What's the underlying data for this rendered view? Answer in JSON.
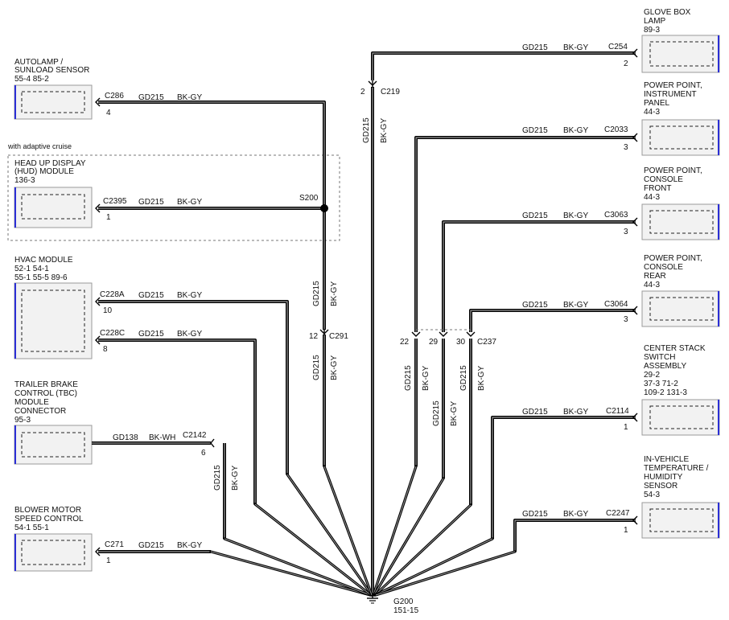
{
  "diagram": {
    "components": {
      "autolamp": {
        "title": [
          "AUTOLAMP /",
          "SUNLOAD SENSOR"
        ],
        "refs": [
          "55-4  85-2"
        ]
      },
      "hud": {
        "title": [
          "HEAD UP DISPLAY",
          "(HUD) MODULE"
        ],
        "refs": [
          "136-3"
        ],
        "note": "with adaptive cruise"
      },
      "hvac": {
        "title": [
          "HVAC MODULE"
        ],
        "refs": [
          "52-1        54-1",
          "55-1        55-5    89-6"
        ]
      },
      "tbc": {
        "title": [
          "TRAILER BRAKE",
          "CONTROL (TBC)",
          "MODULE",
          "CONNECTOR"
        ],
        "refs": [
          "95-3"
        ]
      },
      "blower": {
        "title": [
          "BLOWER MOTOR",
          "SPEED CONTROL"
        ],
        "refs": [
          "54-1    55-1"
        ]
      },
      "glovebox": {
        "title": [
          "GLOVE BOX",
          "LAMP"
        ],
        "refs": [
          "89-3"
        ]
      },
      "pp_ip": {
        "title": [
          "POWER POINT,",
          "INSTRUMENT",
          "PANEL"
        ],
        "refs": [
          "44-3"
        ]
      },
      "pp_cf": {
        "title": [
          "POWER POINT,",
          "CONSOLE",
          "FRONT"
        ],
        "refs": [
          "44-3"
        ]
      },
      "pp_cr": {
        "title": [
          "POWER POINT,",
          "CONSOLE",
          "REAR"
        ],
        "refs": [
          "44-3"
        ]
      },
      "csa": {
        "title": [
          "CENTER STACK",
          "SWITCH",
          "ASSEMBLY"
        ],
        "refs": [
          "29-2",
          "37-3        71-2",
          "109-2      131-3"
        ]
      },
      "ivt": {
        "title": [
          "IN-VEHICLE",
          "TEMPERATURE /",
          "HUMIDITY",
          "SENSOR"
        ],
        "refs": [
          "54-3"
        ]
      }
    },
    "connectors": {
      "c286": {
        "id": "C286",
        "pin": "4"
      },
      "c2395": {
        "id": "C2395",
        "pin": "1"
      },
      "c228a": {
        "id": "C228A",
        "pin": "10"
      },
      "c228c": {
        "id": "C228C",
        "pin": "8"
      },
      "c2142": {
        "id": "C2142",
        "pin": "6"
      },
      "c271": {
        "id": "C271",
        "pin": "1"
      },
      "c254": {
        "id": "C254",
        "pin": "2"
      },
      "c2033": {
        "id": "C2033",
        "pin": "3"
      },
      "c3063": {
        "id": "C3063",
        "pin": "3"
      },
      "c3064": {
        "id": "C3064",
        "pin": "3"
      },
      "c2114": {
        "id": "C2114",
        "pin": "1"
      },
      "c2247": {
        "id": "C2247",
        "pin": "1"
      },
      "c219": {
        "id": "C219",
        "pin": "2"
      },
      "c291": {
        "id": "C291",
        "pin": "12"
      },
      "c237": {
        "id": "C237",
        "pins": [
          "22",
          "29",
          "30"
        ]
      }
    },
    "wire": {
      "circuit": "GD215",
      "color": "BK-GY"
    },
    "wire_tbc": {
      "circuit": "GD138",
      "color": "BK-WH"
    },
    "splice": {
      "id": "S200"
    },
    "ground": {
      "id": "G200",
      "ref": "151-15"
    }
  }
}
